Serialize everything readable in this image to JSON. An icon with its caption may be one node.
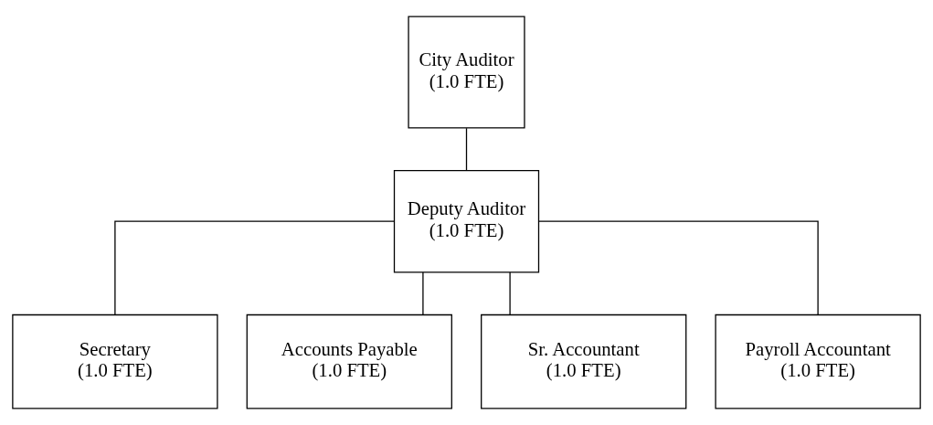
{
  "diagram": {
    "nodes": [
      {
        "text": [
          "City Auditor",
          "(1.0 FTE)"
        ]
      },
      {
        "text": [
          "Deputy Auditor",
          "(1.0 FTE)"
        ]
      },
      {
        "text": [
          "Secretary",
          "(1.0 FTE)"
        ]
      },
      {
        "text": [
          "Accounts Payable",
          "(1.0 FTE)"
        ]
      },
      {
        "text": [
          "Sr. Accountant",
          "(1.0 FTE)"
        ]
      },
      {
        "text": [
          "Payroll Accountant",
          "(1.0 FTE)"
        ]
      }
    ],
    "edges": [
      {
        "from": 0,
        "to": 1,
        "arrow": "none"
      },
      {
        "from": 1,
        "to": 2,
        "arrow": "none"
      },
      {
        "from": 1,
        "to": 3,
        "arrow": "none"
      },
      {
        "from": 1,
        "to": 4,
        "arrow": "none"
      },
      {
        "from": 1,
        "to": 5,
        "arrow": "none"
      }
    ]
  }
}
